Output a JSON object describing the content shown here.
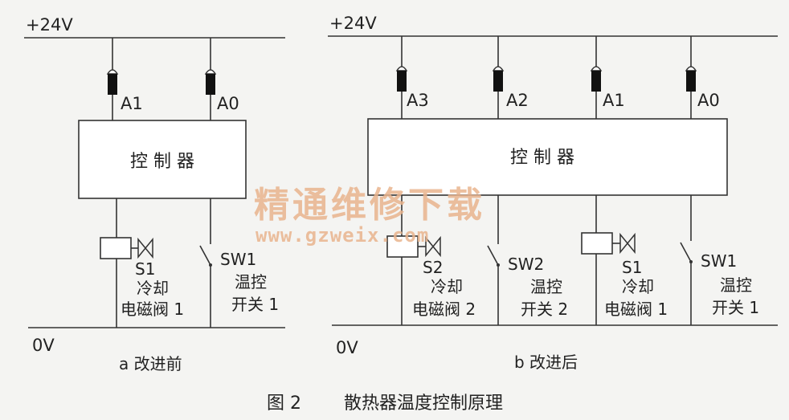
{
  "left": {
    "voltage_top": "+24V",
    "voltage_bottom": "0V",
    "inputs": [
      "A1",
      "A0"
    ],
    "controller": "控 制 器",
    "valve_code": "S1",
    "valve_line1": "冷却",
    "valve_line2": "电磁阀 1",
    "switch_code": "SW1",
    "switch_line1": "温控",
    "switch_line2": "开关 1",
    "caption": "a  改进前"
  },
  "right": {
    "voltage_top": "+24V",
    "voltage_bottom": "0V",
    "inputs": [
      "A3",
      "A2",
      "A1",
      "A0"
    ],
    "controller": "控 制 器",
    "valve2_code": "S2",
    "valve2_line1": "冷却",
    "valve2_line2": "电磁阀 2",
    "switch2_code": "SW2",
    "switch2_line1": "温控",
    "switch2_line2": "开关 2",
    "valve1_code": "S1",
    "valve1_line1": "冷却",
    "valve1_line2": "电磁阀 1",
    "switch1_code": "SW1",
    "switch1_line1": "温控",
    "switch1_line2": "开关 1",
    "caption": "b  改进后"
  },
  "figure": {
    "number": "图 2",
    "title": "散热器温度控制原理"
  },
  "watermark": {
    "cn": "精通维修下载",
    "url": "www.gzweix.com"
  }
}
